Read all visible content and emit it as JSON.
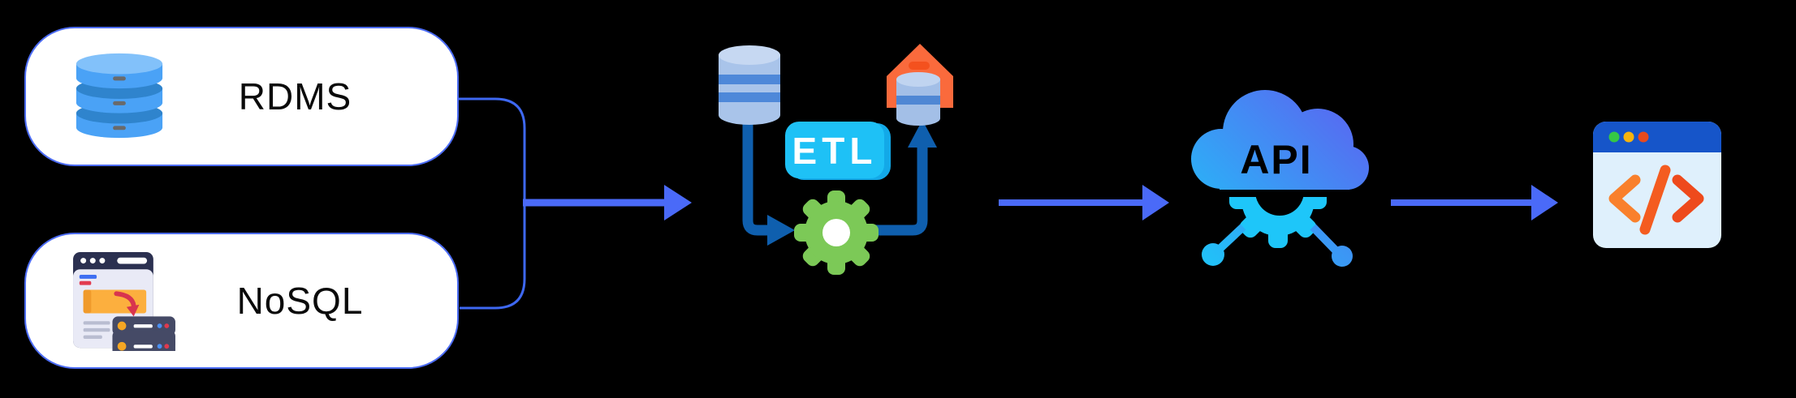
{
  "diagram": {
    "background": "#000000",
    "sources": [
      {
        "label": "RDMS",
        "icon": "database-stack-icon"
      },
      {
        "label": "NoSQL",
        "icon": "browser-to-server-icon"
      }
    ],
    "etl": {
      "label": "ETL",
      "icon": "etl-process-icon"
    },
    "api": {
      "label": "API",
      "icon": "api-cloud-gear-icon"
    },
    "output": {
      "glyph": "</>",
      "icon": "code-browser-icon"
    },
    "edges": [
      {
        "from": "RDMS+NoSQL",
        "to": "ETL"
      },
      {
        "from": "ETL",
        "to": "API"
      },
      {
        "from": "API",
        "to": "code-browser"
      }
    ],
    "colors": {
      "arrow_blue": "#4a6af8",
      "connector_blue": "#3e68f2",
      "box_border": "#4c6cf5",
      "box_fill": "#ffffff",
      "label_text": "#0a0a0a",
      "etl_dark_arrow": "#0f5fae",
      "etl_badge_cyan": "#1ec1f6",
      "etl_badge_text": "#ffffff",
      "etl_gear_green": "#7cc957",
      "warehouse_orange": "#fa6a3c",
      "rdms_db_blue": "#4aa2f6",
      "api_gradient_start": "#1ec6f9",
      "api_gradient_end": "#5d61f0",
      "api_text": "#000000",
      "code_titlebar_blue": "#1655c9",
      "code_window_body": "#dff0fc",
      "code_glyph_orange": "#f4581f",
      "traffic_dots": [
        "#35c845",
        "#f7b30d",
        "#e94a1d"
      ]
    }
  }
}
